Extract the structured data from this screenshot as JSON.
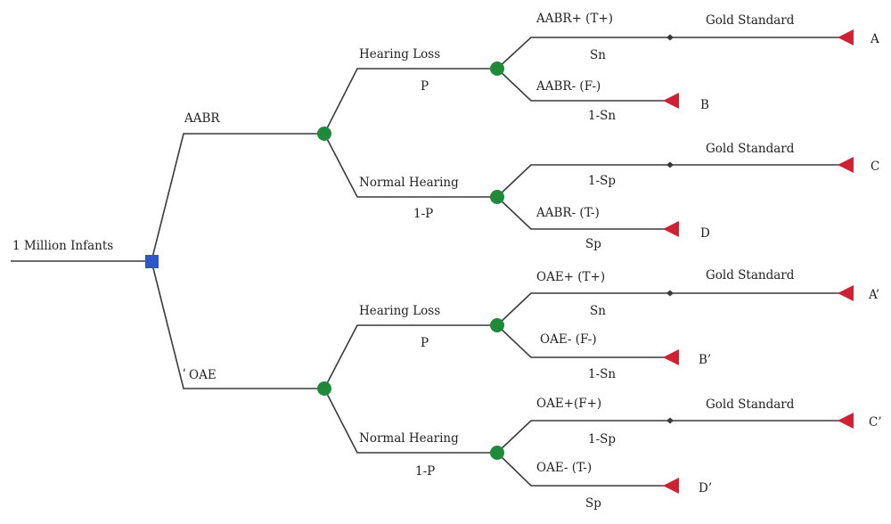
{
  "colors": {
    "line": "#3a3a3a",
    "decision": "#2f55c7",
    "chance": "#1f8a3c",
    "terminal": "#cc2233",
    "text": "#222222"
  },
  "root": {
    "label": "1 Million Infants"
  },
  "tests": [
    {
      "label": "AABR",
      "branches": [
        {
          "label": "Hearing Loss",
          "prob": "P",
          "outcomes": [
            {
              "label": "AABR+ (T+)",
              "prob": "Sn",
              "gold": "Gold Standard",
              "end": "A"
            },
            {
              "label": "AABR- (F-)",
              "prob": "1-Sn",
              "end": "B"
            }
          ]
        },
        {
          "label": "Normal Hearing",
          "prob": "1-P",
          "outcomes": [
            {
              "prob": "1-Sp",
              "gold": "Gold Standard",
              "end": "C"
            },
            {
              "label": "AABR- (T-)",
              "prob": "Sp",
              "end": "D"
            }
          ]
        }
      ]
    },
    {
      "label": "OAE",
      "mark": "ʹ",
      "branches": [
        {
          "label": "Hearing Loss",
          "prob": "P",
          "outcomes": [
            {
              "label": "OAE+ (T+)",
              "prob": "Sn",
              "gold": "Gold Standard",
              "end": "A’"
            },
            {
              "label": "OAE- (F-)",
              "prob": "1-Sn",
              "end": "B’"
            }
          ]
        },
        {
          "label": "Normal Hearing",
          "prob": "1-P",
          "outcomes": [
            {
              "label": "OAE+(F+)",
              "prob": "1-Sp",
              "gold": "Gold Standard",
              "end": "C’"
            },
            {
              "label": "OAE- (T-)",
              "prob": "Sp",
              "end": "D’"
            }
          ]
        }
      ]
    }
  ]
}
